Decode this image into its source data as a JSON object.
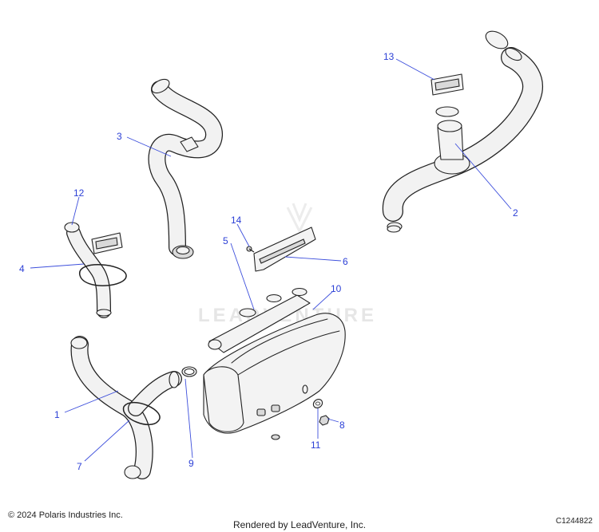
{
  "callouts": [
    {
      "label": "1"
    },
    {
      "label": "2"
    },
    {
      "label": "3"
    },
    {
      "label": "4"
    },
    {
      "label": "5"
    },
    {
      "label": "6"
    },
    {
      "label": "7"
    },
    {
      "label": "8"
    },
    {
      "label": "9"
    },
    {
      "label": "10"
    },
    {
      "label": "11"
    },
    {
      "label": "12"
    },
    {
      "label": "13"
    },
    {
      "label": "14"
    }
  ],
  "watermark": "LEADVENTURE",
  "footer": {
    "copyright": "© 2024 Polaris Industries Inc.",
    "rendered_by": "Rendered by LeadVenture, Inc.",
    "diagram_id": "C1244822"
  },
  "colors": {
    "callout": "#2b3fd6",
    "line": "#222222",
    "part_fill": "#f3f3f3",
    "watermark": "#e6e6e6"
  }
}
